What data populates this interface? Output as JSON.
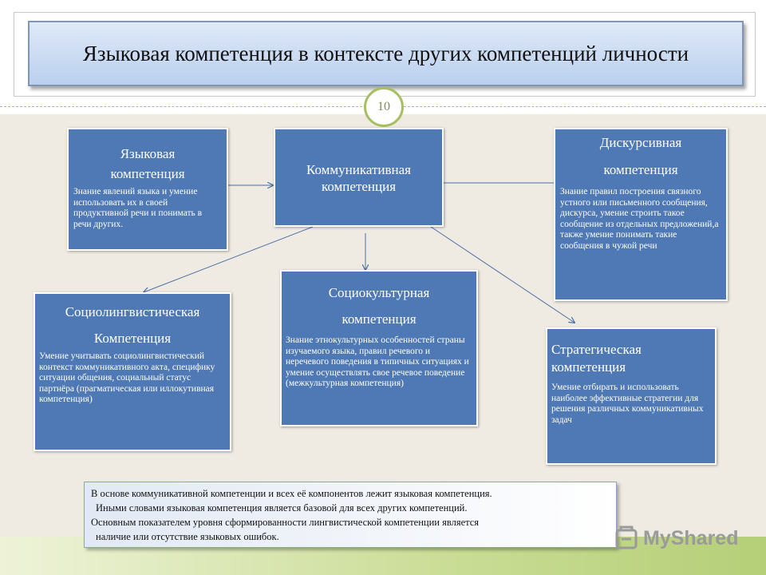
{
  "slide": {
    "title": "Языковая компетенция в контексте других компетенций личности",
    "page_number": "10"
  },
  "boxes": {
    "language": {
      "title_line1": "Языковая",
      "title_line2": "компетенция",
      "description": "Знание явлений языка и умение использовать их в своей продуктивной речи и понимать в речи других."
    },
    "communicative": {
      "title": "Коммуникативная компетенция"
    },
    "discursive": {
      "title_line1": "Дискурсивная",
      "title_line2": "компетенция",
      "description": "Знание правил построения связного устного или письменного сообщения, дискурса, умение строить такое сообщение из отдельных предложений,а также умение понимать такие сообщения в чужой речи"
    },
    "sociolinguistic": {
      "title_line1": "Социолингвистическая",
      "title_line2": "Компетенция",
      "description": "Умение учитывать социолингвистический контекст коммуникативного акта, специфику ситуации общения, социальный статус партнёра (прагматическая или иллокутивная компетенция)"
    },
    "sociocultural": {
      "title_line1": "Социокультурная",
      "title_line2": "компетенция",
      "description": "Знание этнокультурных особенностей страны изучаемого языка, правил речевого и неречевого поведения в типичных ситуациях и умение осуществлять свое речевое поведение (межкультурная компетенция)"
    },
    "strategic": {
      "title": "Стратегическая компетенция",
      "description": "Умение отбирать и использовать наиболее эффективные стратегии для решения различных коммуникативных задач"
    }
  },
  "footer_note": {
    "line1": "В основе коммуникативной компетенции и всех её компонентов лежит языковая компетенция.",
    "line2": "Иными словами языковая компетенция является базовой для всех других компетенций.",
    "line3": "Основным показателем уровня сформированности лингвистической компетенции является",
    "line4": "наличие или отсутствие языковых ошибок."
  },
  "watermark": {
    "text": "MyShared"
  },
  "colors": {
    "box_fill": "#4f79b4",
    "title_fill": "#bad0ee",
    "accent_green": "#a6bf61",
    "background_beige": "#efebe2",
    "arrow": "#4a6fa5"
  }
}
